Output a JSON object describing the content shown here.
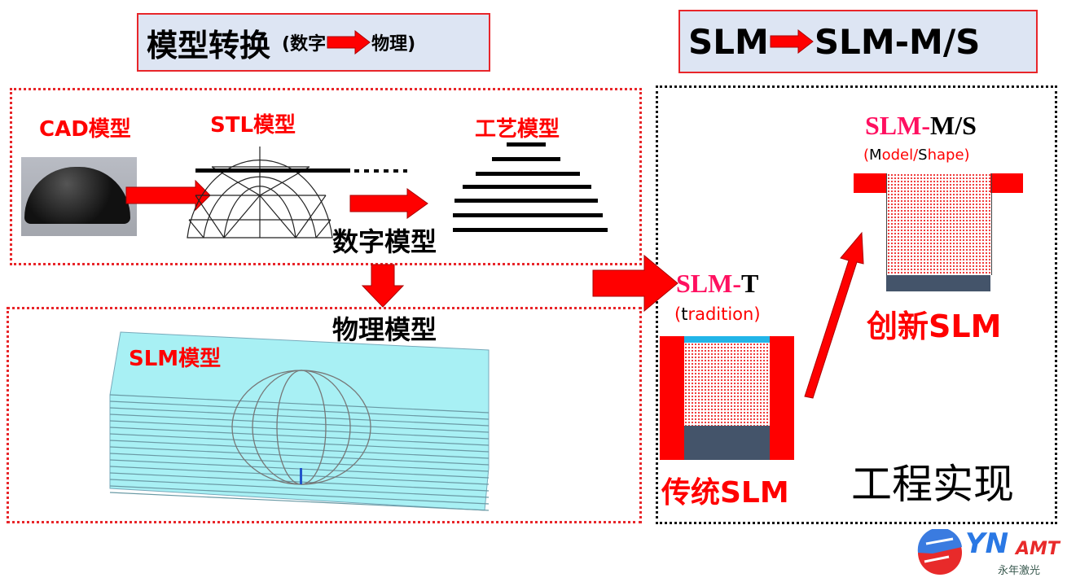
{
  "title_left": {
    "main": "模型转换",
    "paren_open": "(数字",
    "paren_close": "物理)"
  },
  "title_right": {
    "from": "SLM",
    "to": "SLM-M/S"
  },
  "labels": {
    "cad": "CAD模型",
    "stl": "STL模型",
    "process": "工艺模型",
    "digital": "数字模型",
    "physical": "物理模型",
    "slm_model": "SLM模型",
    "slm_t_red": "SLM-",
    "slm_t_black": "T",
    "tradition_open": "(",
    "tradition_t": "t",
    "tradition_rest": "radition",
    ")": ")",
    "slm_ms_red": "SLM-",
    "slm_ms_m": "M",
    "slm_ms_slash": "/",
    "slm_ms_s": "S",
    "model_shape": {
      "open": "(",
      "m": "M",
      "odel": "odel/",
      "s": "S",
      "hape": "hape)"
    },
    "traditional": "传统SLM",
    "innovative": "创新SLM",
    "engineering": "工程实现"
  },
  "logo": {
    "brand": "YN",
    "sub": "AMT",
    "cn": "永年激光"
  },
  "colors": {
    "red": "#ff0000",
    "pink": "#ff1060",
    "cyan": "#a8f0f4",
    "navy": "#44546a"
  }
}
